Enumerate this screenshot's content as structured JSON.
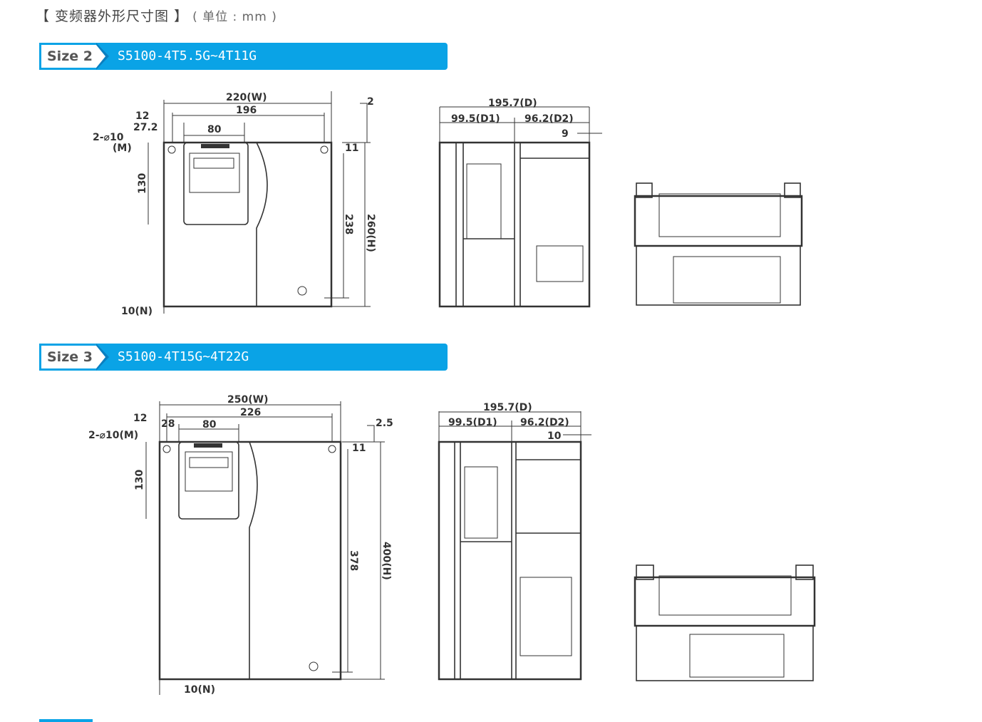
{
  "header": {
    "title": "【 变频器外形尺寸图 】",
    "unit": "( 单位 : mm )"
  },
  "sections": [
    {
      "size_label": "Size 2",
      "model_range": "S5100-4T5.5G~4T11G",
      "dims": {
        "W": "220(W)",
        "w1": "196",
        "kp": "80",
        "a": "12",
        "b": "27.2",
        "hole": "2-⌀10",
        "hole_m": "(M)",
        "h130": "130",
        "h1": "238",
        "H": "260(H)",
        "top": "2",
        "t11": "11",
        "n": "10(N)",
        "D": "195.7(D)",
        "D1": "99.5(D1)",
        "D2": "96.2(D2)",
        "d9": "9"
      }
    },
    {
      "size_label": "Size 3",
      "model_range": "S5100-4T15G~4T22G",
      "dims": {
        "W": "250(W)",
        "w1": "226",
        "kp": "80",
        "a": "12",
        "b": "28",
        "hole": "2-⌀10(M)",
        "h130": "130",
        "h1": "378",
        "H": "400(H)",
        "top": "2.5",
        "t11": "11",
        "n": "10(N)",
        "D": "195.7(D)",
        "D1": "99.5(D1)",
        "D2": "96.2(D2)",
        "d9": "10"
      }
    }
  ]
}
